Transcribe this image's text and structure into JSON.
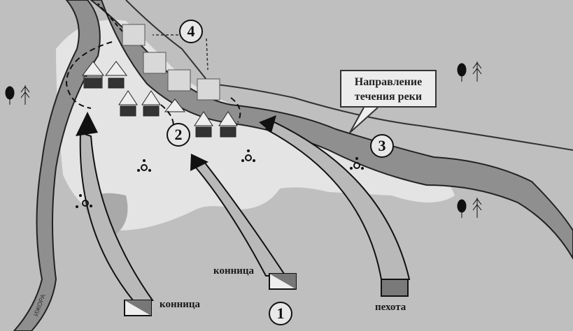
{
  "title_callout": "Направление течения реки",
  "callout_lines": [
    "Направление",
    "течения реки"
  ],
  "markers": [
    "1",
    "2",
    "3",
    "4"
  ],
  "legend": {
    "cavalry_left": "конница",
    "cavalry_center": "конница",
    "infantry": "пехота"
  },
  "river_label": "ИЖОРА",
  "colors": {
    "land": "#c0c0c0",
    "bank": "#e6e6e6",
    "river": "#8f8f8f",
    "arrow_fill": "#b4b4b4",
    "outline": "#222222"
  }
}
